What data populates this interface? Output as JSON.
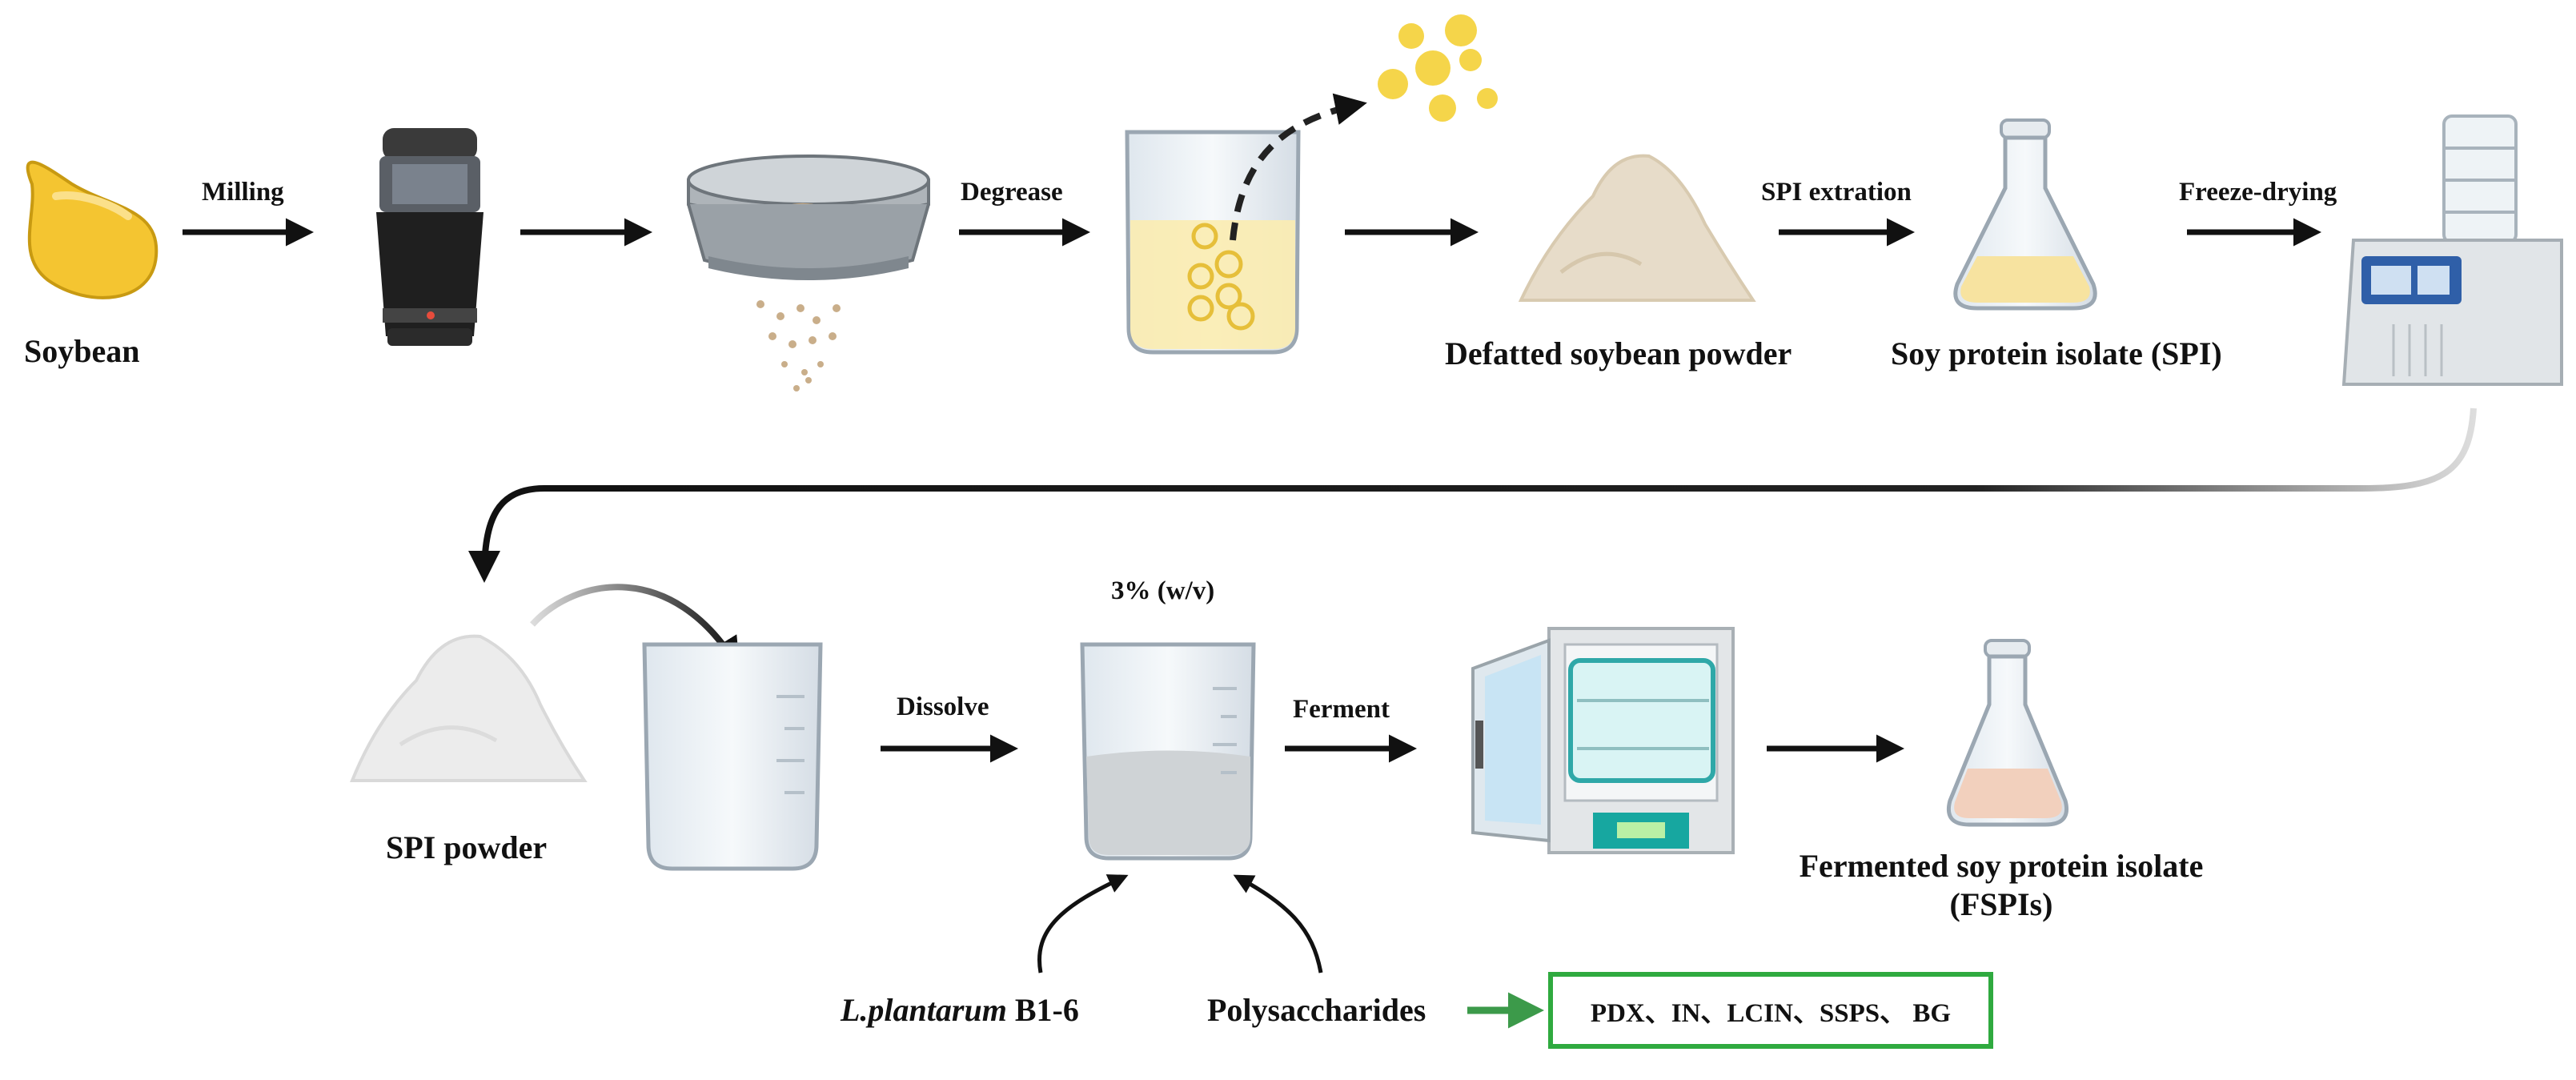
{
  "row1": {
    "soybean": "Soybean",
    "milling": "Milling",
    "degrease": "Degrease",
    "defatted": "Defatted soybean powder",
    "spi_extraction": "SPI extration",
    "spi": "Soy protein isolate (SPI)",
    "freeze_drying": "Freeze-drying"
  },
  "row2": {
    "spi_powder": "SPI powder",
    "dissolve": "Dissolve",
    "concentration": "3% (w/v)",
    "ferment": "Ferment",
    "fspi_line1": "Fermented soy protein isolate",
    "fspi_line2": "(FSPIs)",
    "strain_genus": "L.plantarum",
    "strain_id": " B1-6",
    "polysaccharides": "Polysaccharides",
    "polysaccharide_list": "PDX、IN、LCIN、SSPS、 BG"
  },
  "colors": {
    "arrow": "#111111",
    "box_border": "#2faa3f",
    "green_arrow": "#3c9a4a",
    "soybean": "#f2c22e",
    "powder": "#e9dcc8",
    "spi_powder": "#ececec"
  },
  "icons": [
    "soybean-icon",
    "grinder-icon",
    "sieve-icon",
    "degrease-beaker-icon",
    "oil-droplets-icon",
    "defatted-powder-icon",
    "spi-flask-icon",
    "freeze-dryer-icon",
    "spi-powder-icon",
    "empty-beaker-icon",
    "solution-beaker-icon",
    "incubator-icon",
    "fspi-flask-icon"
  ]
}
